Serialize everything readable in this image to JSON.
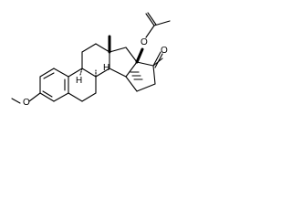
{
  "molecule": {
    "atoms": {
      "acetoxy_oxygen": "O",
      "ketone_oxygen": "O",
      "methoxy_oxygen": "O",
      "stereo_h_c9": "H",
      "stereo_h_c8": "H"
    }
  }
}
